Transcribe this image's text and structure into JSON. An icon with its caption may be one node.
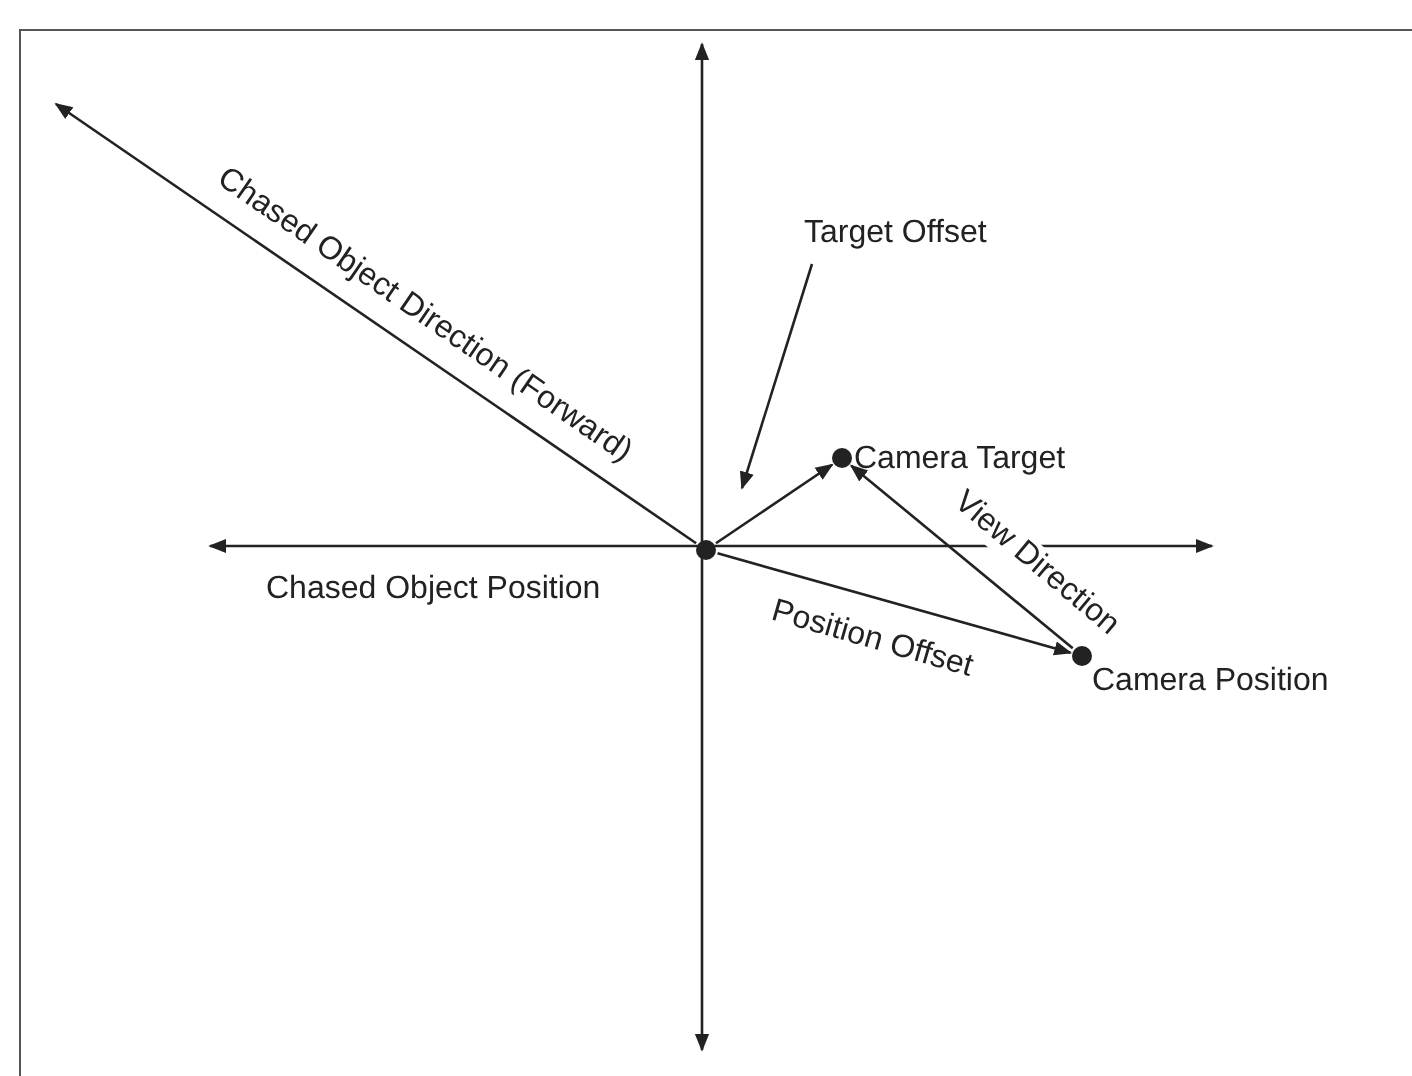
{
  "diagram": {
    "nodes": [
      {
        "text": [],
        "shape": "circle",
        "beside": [
          "Chased Object Position"
        ]
      },
      {
        "text": [],
        "shape": "circle",
        "beside": [
          "Camera Target"
        ]
      },
      {
        "text": [],
        "shape": "circle",
        "beside": [
          "Camera Position"
        ]
      },
      {
        "text": [
          "Target Offset"
        ]
      }
    ],
    "edges": [
      {
        "from": 0,
        "to": null,
        "arrow": "to",
        "label": "Chased Object Direction (Forward)"
      },
      {
        "from": 0,
        "to": 1,
        "arrow": "to"
      },
      {
        "from": 0,
        "to": 2,
        "arrow": "to",
        "label": "Position Offset"
      },
      {
        "from": 2,
        "to": 1,
        "arrow": "to",
        "label": "View Direction"
      },
      {
        "from": 3,
        "to": null,
        "arrow": "to"
      }
    ]
  }
}
